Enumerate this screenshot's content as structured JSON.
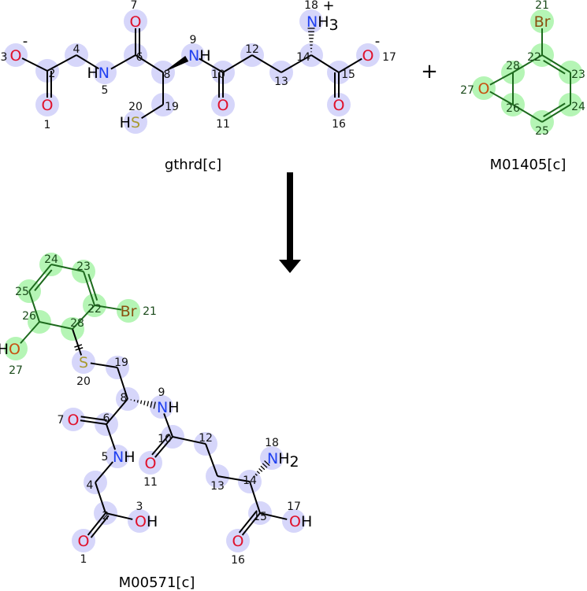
{
  "reaction": {
    "plus_sign": "+",
    "arrow": "reaction-arrow",
    "colors": {
      "carbon_highlight": "#d6d6fa",
      "ring_highlight": "#b5f5b5",
      "oxygen": "#e0102a",
      "nitrogen": "#2040f0",
      "sulfur": "#a89a30",
      "bromine": "#8a5010",
      "ring_oxygen": "#c85010",
      "ring_bond": "#1d6a1d",
      "bond": "#000000"
    },
    "molecules": [
      {
        "name": "gthrd[c]",
        "atoms": [
          {
            "n": "1",
            "el": "O"
          },
          {
            "n": "2",
            "el": ""
          },
          {
            "n": "3",
            "el": "O",
            "charge": "-"
          },
          {
            "n": "4",
            "el": ""
          },
          {
            "n": "5",
            "el": "N",
            "h": "H",
            "hside": "left"
          },
          {
            "n": "6",
            "el": ""
          },
          {
            "n": "7",
            "el": "O"
          },
          {
            "n": "8",
            "el": ""
          },
          {
            "n": "9",
            "el": "N",
            "h": "H",
            "hside": "right"
          },
          {
            "n": "10",
            "el": ""
          },
          {
            "n": "11",
            "el": "O"
          },
          {
            "n": "12",
            "el": ""
          },
          {
            "n": "13",
            "el": ""
          },
          {
            "n": "14",
            "el": ""
          },
          {
            "n": "15",
            "el": ""
          },
          {
            "n": "16",
            "el": "O"
          },
          {
            "n": "17",
            "el": "O",
            "charge": "-"
          },
          {
            "n": "18",
            "el": "N",
            "h": "H",
            "hsub": "3",
            "hside": "right",
            "charge": "+"
          },
          {
            "n": "19",
            "el": ""
          },
          {
            "n": "20",
            "el": "S",
            "h": "H",
            "hside": "left"
          }
        ]
      },
      {
        "name": "M01405[c]",
        "atoms": [
          {
            "n": "21",
            "el": "Br"
          },
          {
            "n": "22",
            "el": ""
          },
          {
            "n": "23",
            "el": ""
          },
          {
            "n": "24",
            "el": ""
          },
          {
            "n": "25",
            "el": ""
          },
          {
            "n": "26",
            "el": ""
          },
          {
            "n": "27",
            "el": "O"
          },
          {
            "n": "28",
            "el": ""
          }
        ]
      },
      {
        "name": "M00571[c]",
        "atoms": [
          {
            "n": "1",
            "el": "O"
          },
          {
            "n": "2",
            "el": ""
          },
          {
            "n": "3",
            "el": "O",
            "h": "H",
            "hside": "right"
          },
          {
            "n": "4",
            "el": ""
          },
          {
            "n": "5",
            "el": "N",
            "h": "H",
            "hside": "right"
          },
          {
            "n": "6",
            "el": ""
          },
          {
            "n": "7",
            "el": "O"
          },
          {
            "n": "8",
            "el": ""
          },
          {
            "n": "9",
            "el": "N",
            "h": "H",
            "hside": "right"
          },
          {
            "n": "10",
            "el": ""
          },
          {
            "n": "11",
            "el": "O"
          },
          {
            "n": "12",
            "el": ""
          },
          {
            "n": "13",
            "el": ""
          },
          {
            "n": "14",
            "el": ""
          },
          {
            "n": "15",
            "el": ""
          },
          {
            "n": "16",
            "el": "O"
          },
          {
            "n": "17",
            "el": "O",
            "h": "H",
            "hside": "right"
          },
          {
            "n": "18",
            "el": "N",
            "h": "H",
            "hsub": "2",
            "hside": "right"
          },
          {
            "n": "19",
            "el": ""
          },
          {
            "n": "20",
            "el": "S"
          },
          {
            "n": "21",
            "el": "Br"
          },
          {
            "n": "22",
            "el": ""
          },
          {
            "n": "23",
            "el": ""
          },
          {
            "n": "24",
            "el": ""
          },
          {
            "n": "25",
            "el": ""
          },
          {
            "n": "26",
            "el": ""
          },
          {
            "n": "27",
            "el": "O",
            "h": "H",
            "hside": "left"
          },
          {
            "n": "28",
            "el": ""
          }
        ]
      }
    ]
  }
}
